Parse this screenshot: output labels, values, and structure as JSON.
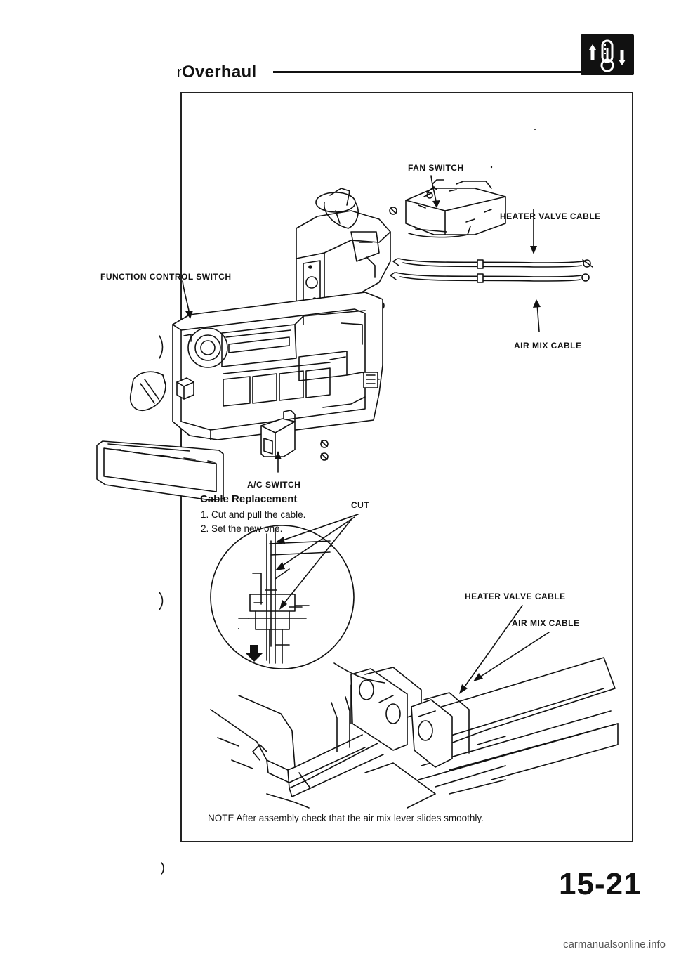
{
  "header": {
    "mark": "r",
    "title": "Overhaul"
  },
  "badge_icon": "thermometer-arrows-icon",
  "top_diagram": {
    "labels": {
      "fan_switch": "FAN SWITCH",
      "heater_valve_cable": "HEATER VALVE CABLE",
      "function_control_switch": "FUNCTION CONTROL SWITCH",
      "air_mix_cable": "AIR MIX CABLE",
      "ac_switch": "A/C SWITCH"
    }
  },
  "cable_replacement": {
    "title": "Cable Replacement",
    "steps": [
      "1.  Cut and pull the cable.",
      "2.  Set the new one."
    ]
  },
  "bottom_diagram": {
    "labels": {
      "cut": "CUT",
      "heater_valve_cable": "HEATER VALVE CABLE",
      "air_mix_cable": "AIR MIX CABLE"
    }
  },
  "note": "NOTE After assembly check that the air mix lever slides smoothly.",
  "page_number": "15-21",
  "footer": {
    "watermark": "carmanualsonline.info"
  }
}
